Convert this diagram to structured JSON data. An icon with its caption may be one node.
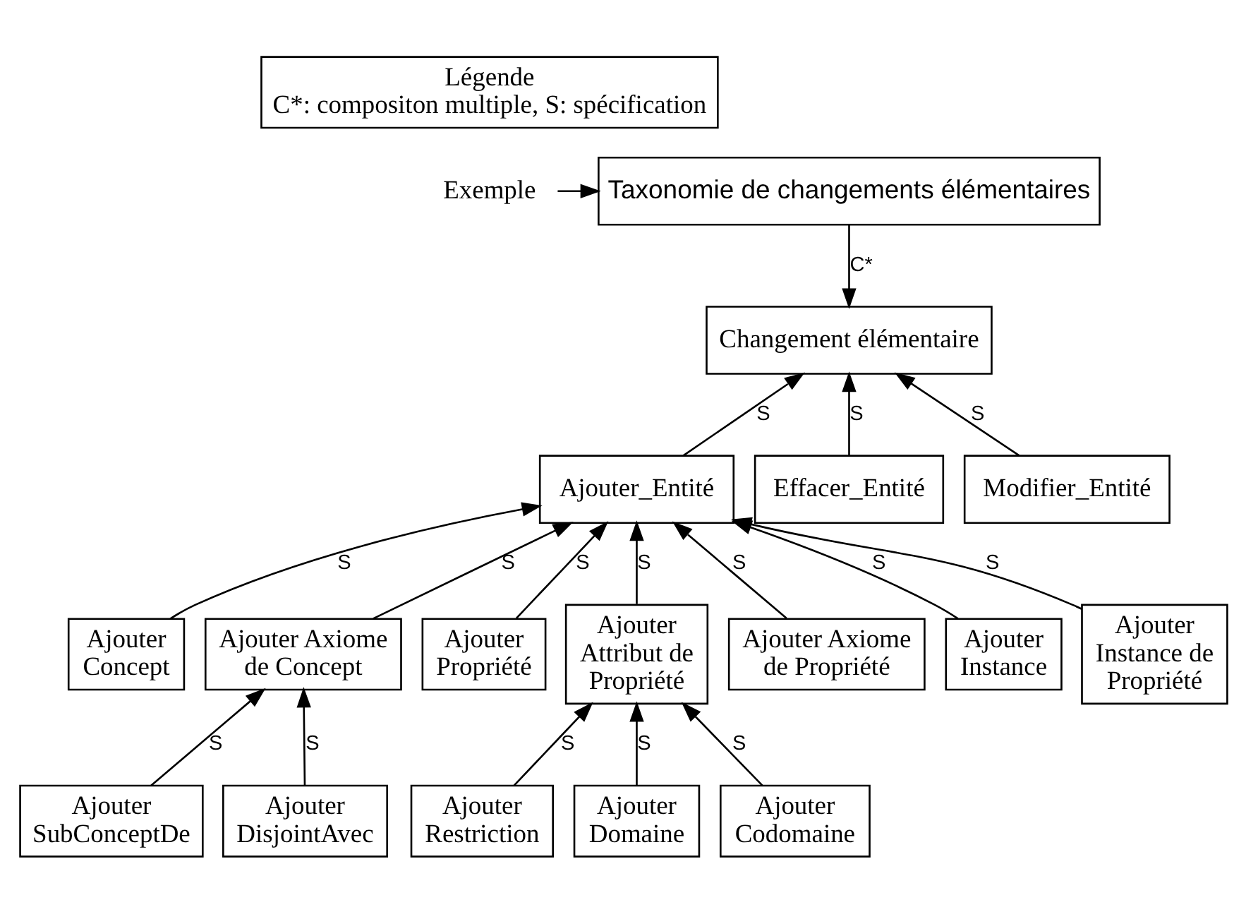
{
  "diagram": {
    "nodes": [
      {
        "text": [
          "Légende",
          "C*: compositon multiple, S: spécification"
        ]
      },
      {
        "text": [
          "Exemple"
        ]
      },
      {
        "text": [
          "Taxonomie de changements élémentaires"
        ]
      },
      {
        "text": [
          "Changement élémentaire"
        ]
      },
      {
        "text": [
          "Ajouter_Entité"
        ]
      },
      {
        "text": [
          "Effacer_Entité"
        ]
      },
      {
        "text": [
          "Modifier_Entité"
        ]
      },
      {
        "text": [
          "Ajouter Concept"
        ]
      },
      {
        "text": [
          "Ajouter Axiome de Concept"
        ]
      },
      {
        "text": [
          "Ajouter Propriété"
        ]
      },
      {
        "text": [
          "Ajouter Attribut de Propriété"
        ]
      },
      {
        "text": [
          "Ajouter Axiome de Propriété"
        ]
      },
      {
        "text": [
          "Ajouter Instance"
        ]
      },
      {
        "text": [
          "Ajouter Instance de Propriété"
        ]
      },
      {
        "text": [
          "Ajouter SubConceptDe"
        ]
      },
      {
        "text": [
          "Ajouter DisjointAvec"
        ]
      },
      {
        "text": [
          "Ajouter Restriction"
        ]
      },
      {
        "text": [
          "Ajouter Domaine"
        ]
      },
      {
        "text": [
          "Ajouter Codomaine"
        ]
      }
    ],
    "edges": [
      {
        "from": 1,
        "to": 2,
        "arrow": "to"
      },
      {
        "from": 2,
        "to": 3,
        "label": "C*",
        "arrow": "to"
      },
      {
        "from": 4,
        "to": 3,
        "label": "S",
        "arrow": "to"
      },
      {
        "from": 5,
        "to": 3,
        "label": "S",
        "arrow": "to"
      },
      {
        "from": 6,
        "to": 3,
        "label": "S",
        "arrow": "to"
      },
      {
        "from": 7,
        "to": 4,
        "label": "S",
        "arrow": "to"
      },
      {
        "from": 8,
        "to": 4,
        "label": "S",
        "arrow": "to"
      },
      {
        "from": 9,
        "to": 4,
        "label": "S",
        "arrow": "to"
      },
      {
        "from": 10,
        "to": 4,
        "label": "S",
        "arrow": "to"
      },
      {
        "from": 11,
        "to": 4,
        "label": "S",
        "arrow": "to"
      },
      {
        "from": 12,
        "to": 4,
        "label": "S",
        "arrow": "to"
      },
      {
        "from": 13,
        "to": 4,
        "label": "S",
        "arrow": "to"
      },
      {
        "from": 14,
        "to": 8,
        "label": "S",
        "arrow": "to"
      },
      {
        "from": 15,
        "to": 8,
        "label": "S",
        "arrow": "to"
      },
      {
        "from": 16,
        "to": 10,
        "label": "S",
        "arrow": "to"
      },
      {
        "from": 17,
        "to": 10,
        "label": "S",
        "arrow": "to"
      },
      {
        "from": 18,
        "to": 10,
        "label": "S",
        "arrow": "to"
      }
    ]
  }
}
